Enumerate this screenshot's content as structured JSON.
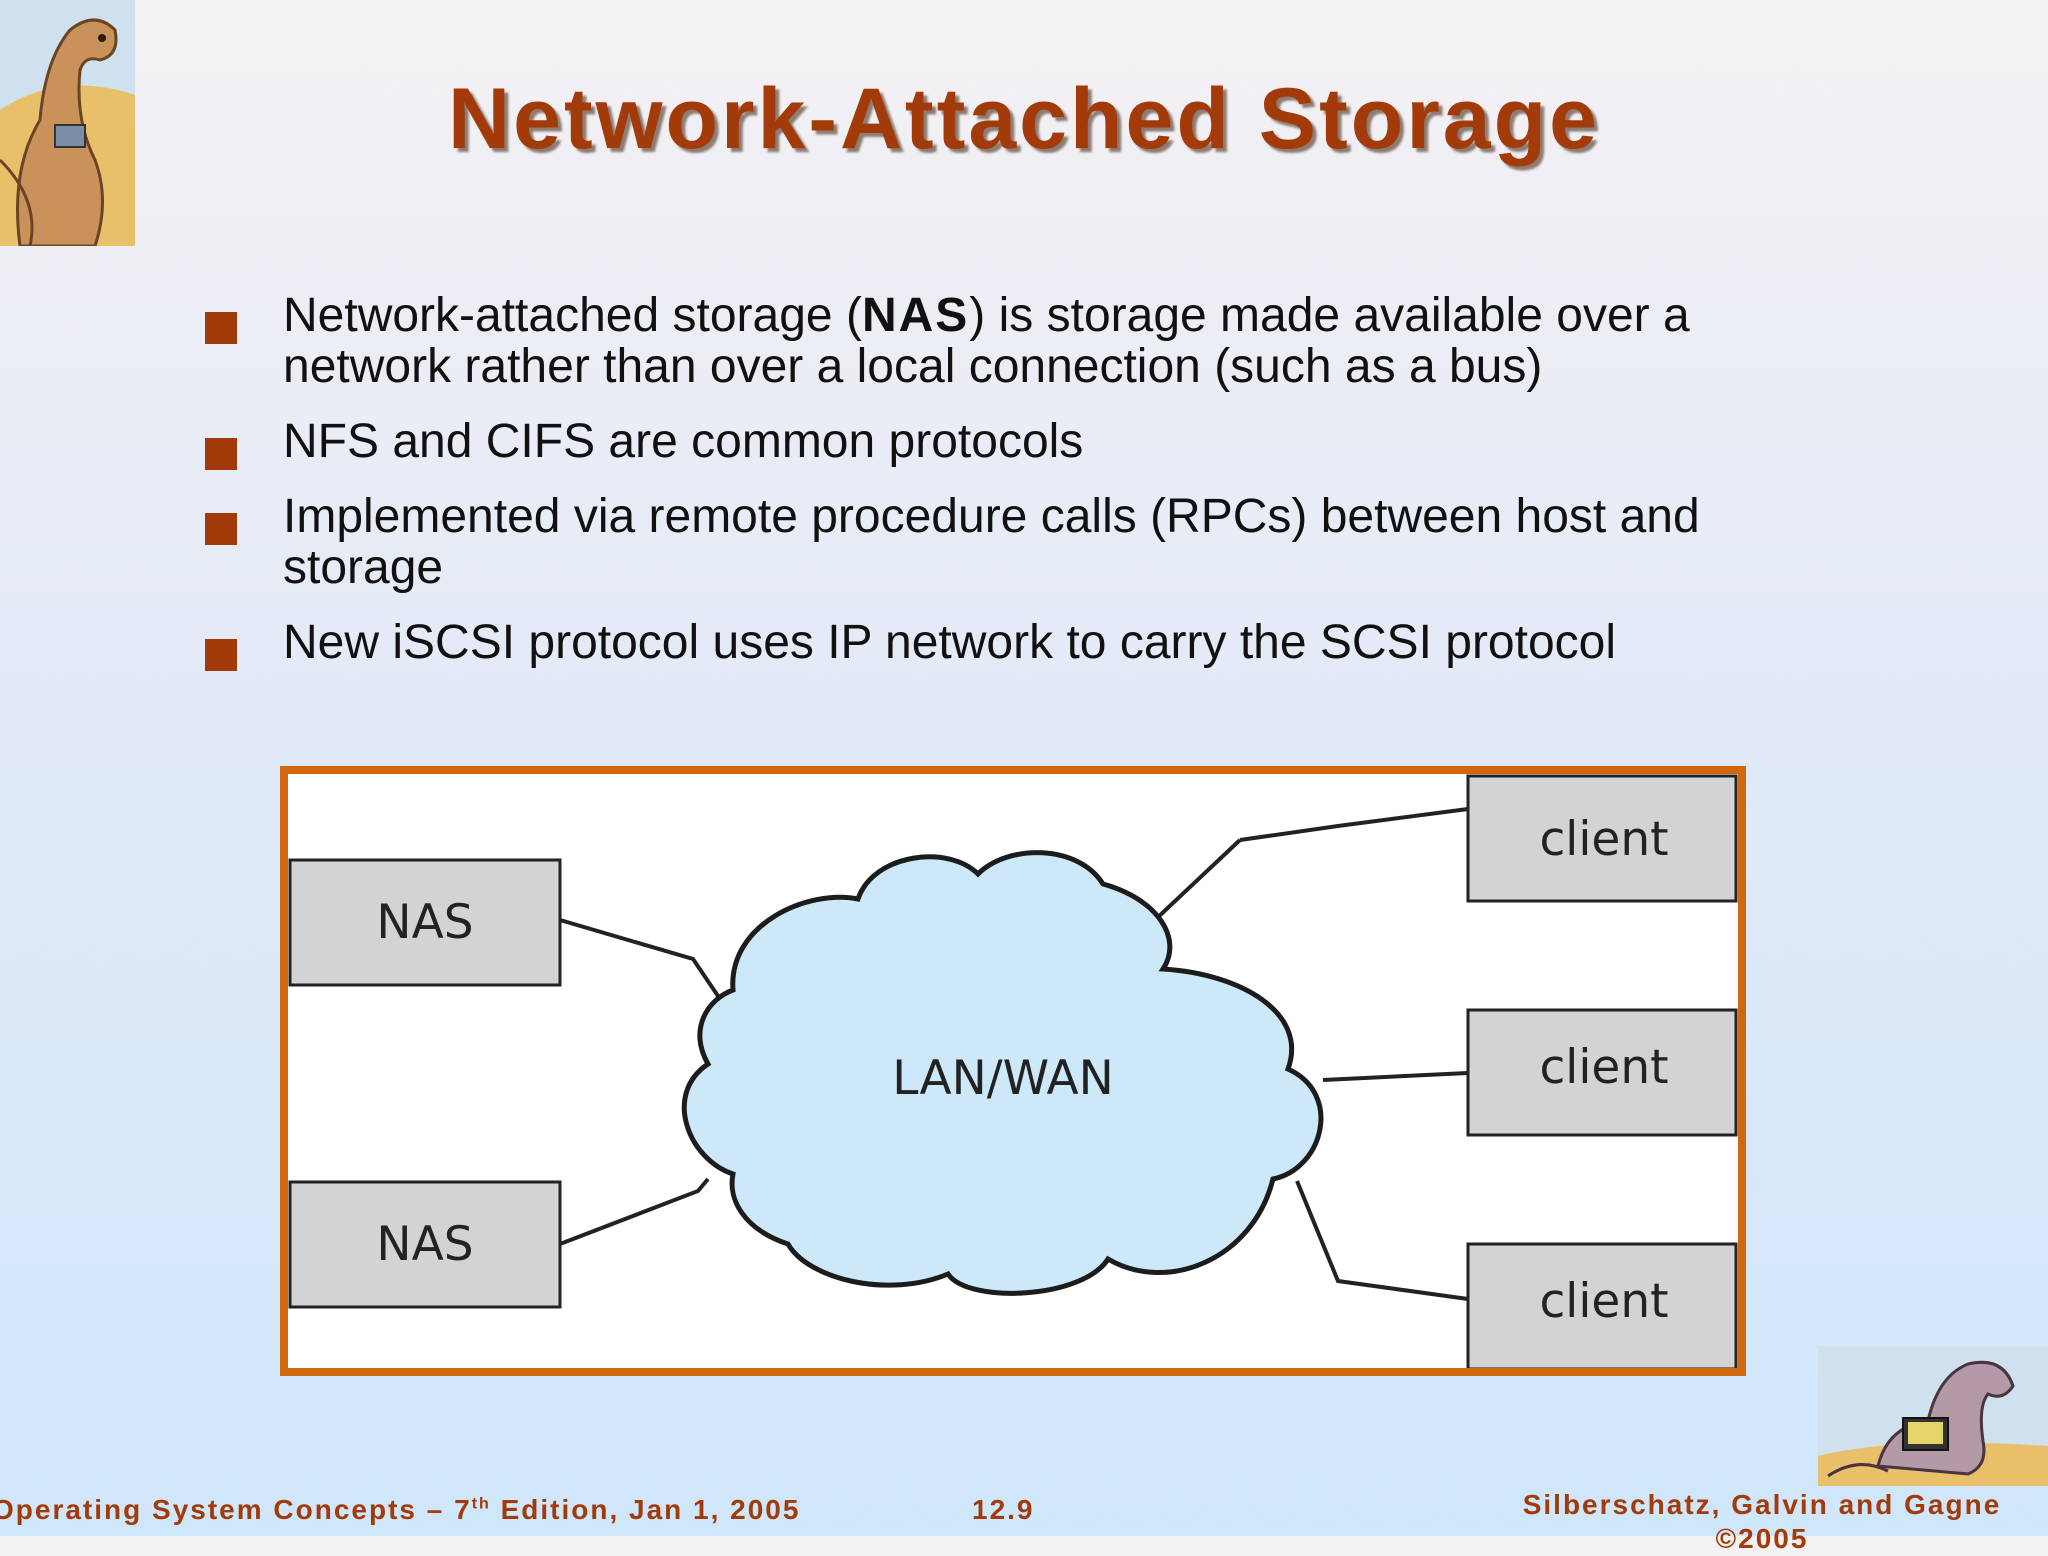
{
  "title": "Network-Attached Storage",
  "bullets": [
    {
      "pre": "Network-attached storage (",
      "bold": "NAS",
      "post": ") is storage made available over a network rather than over a local connection (such as a bus)"
    },
    {
      "text": "NFS and CIFS are common protocols"
    },
    {
      "text": "Implemented via remote procedure calls (RPCs) between host and storage"
    },
    {
      "text": "New iSCSI protocol uses IP network to carry the SCSI protocol"
    }
  ],
  "diagram": {
    "cloud_label": "LAN/WAN",
    "nas_nodes": [
      "NAS",
      "NAS"
    ],
    "client_nodes": [
      "client",
      "client",
      "client"
    ]
  },
  "footer": {
    "left_pre": "Operating System Concepts – 7",
    "left_sup": "th",
    "left_post": " Edition, Jan 1, 2005",
    "page": "12.9",
    "right_line1": "Silberschatz, Galvin and Gagne",
    "right_line2": "©2005"
  },
  "colors": {
    "accent": "#a23a0a",
    "figure_border": "#d1670f",
    "cloud_fill": "#cde8f8",
    "box_fill": "#d3d3d3"
  }
}
